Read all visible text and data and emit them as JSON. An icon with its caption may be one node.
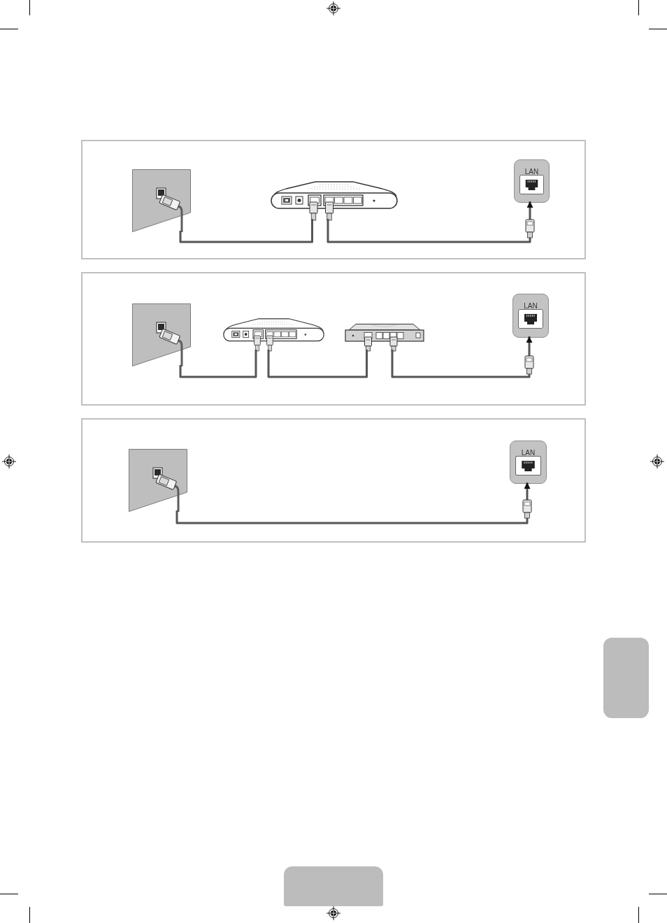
{
  "diagram": {
    "nodes": [
      {
        "text": [],
        "shape": "box"
      },
      {
        "text": [],
        "shape": "picture",
        "in": 0
      },
      {
        "text": [],
        "shape": "picture",
        "in": 0
      },
      {
        "text": [
          "LAN"
        ],
        "in": 0
      },
      {
        "text": [],
        "shape": "box"
      },
      {
        "text": [],
        "shape": "picture",
        "in": 4
      },
      {
        "text": [],
        "shape": "picture",
        "in": 4
      },
      {
        "text": [],
        "shape": "picture",
        "in": 4
      },
      {
        "text": [
          "LAN"
        ],
        "in": 4
      },
      {
        "text": [],
        "shape": "box"
      },
      {
        "text": [],
        "shape": "picture",
        "in": 9
      },
      {
        "text": [
          "LAN"
        ],
        "in": 9
      },
      {
        "text": [],
        "shape": "box"
      },
      {
        "text": [],
        "shape": "box"
      }
    ],
    "edges": [
      {
        "from": 1,
        "to": 2,
        "arrow": "none"
      },
      {
        "from": 2,
        "to": 3,
        "arrow": "to"
      },
      {
        "from": 5,
        "to": 6,
        "arrow": "none"
      },
      {
        "from": 6,
        "to": 7,
        "arrow": "none"
      },
      {
        "from": 7,
        "to": 8,
        "arrow": "to"
      },
      {
        "from": 10,
        "to": 11,
        "arrow": "to"
      }
    ]
  }
}
